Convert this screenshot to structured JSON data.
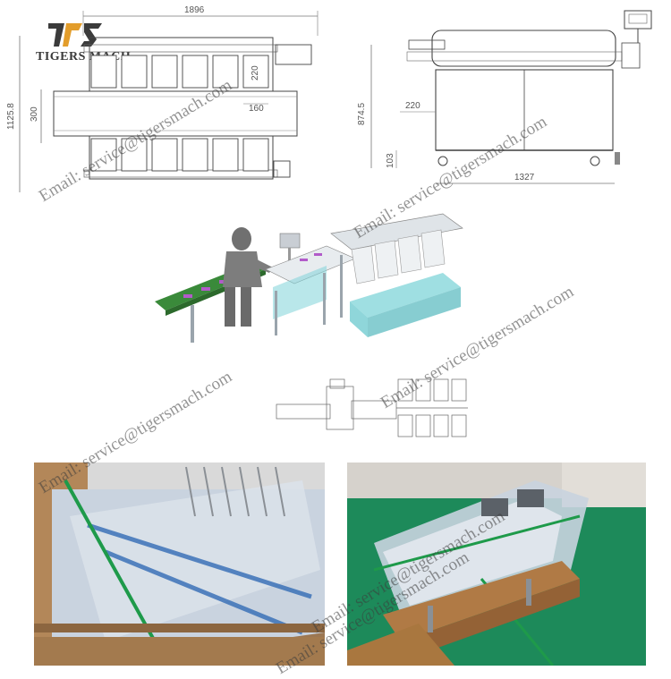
{
  "logo": {
    "text": "TIGERS MACH"
  },
  "top_view": {
    "width": "1896",
    "depth": "1125.8",
    "belt": "300",
    "bucket_h": "220",
    "bucket_w": "160"
  },
  "side_view": {
    "height": "874.5",
    "platform": "220",
    "leg": "103",
    "length": "1327"
  },
  "watermarks": [
    "Email: service@tigersmach.com",
    "Email: service@tigersmach.com",
    "Email: service@tigersmach.com",
    "Email: service@tigersmach.com",
    "Email: service@tigersmach.com",
    "Email: service@tigersmach.com"
  ],
  "colors": {
    "wood": "#a4764a",
    "floor_green": "#1d8a5a",
    "plastic": "#c9d3df",
    "machine_teal": "#7fd4d8",
    "belt_green": "#3a8a3a"
  }
}
